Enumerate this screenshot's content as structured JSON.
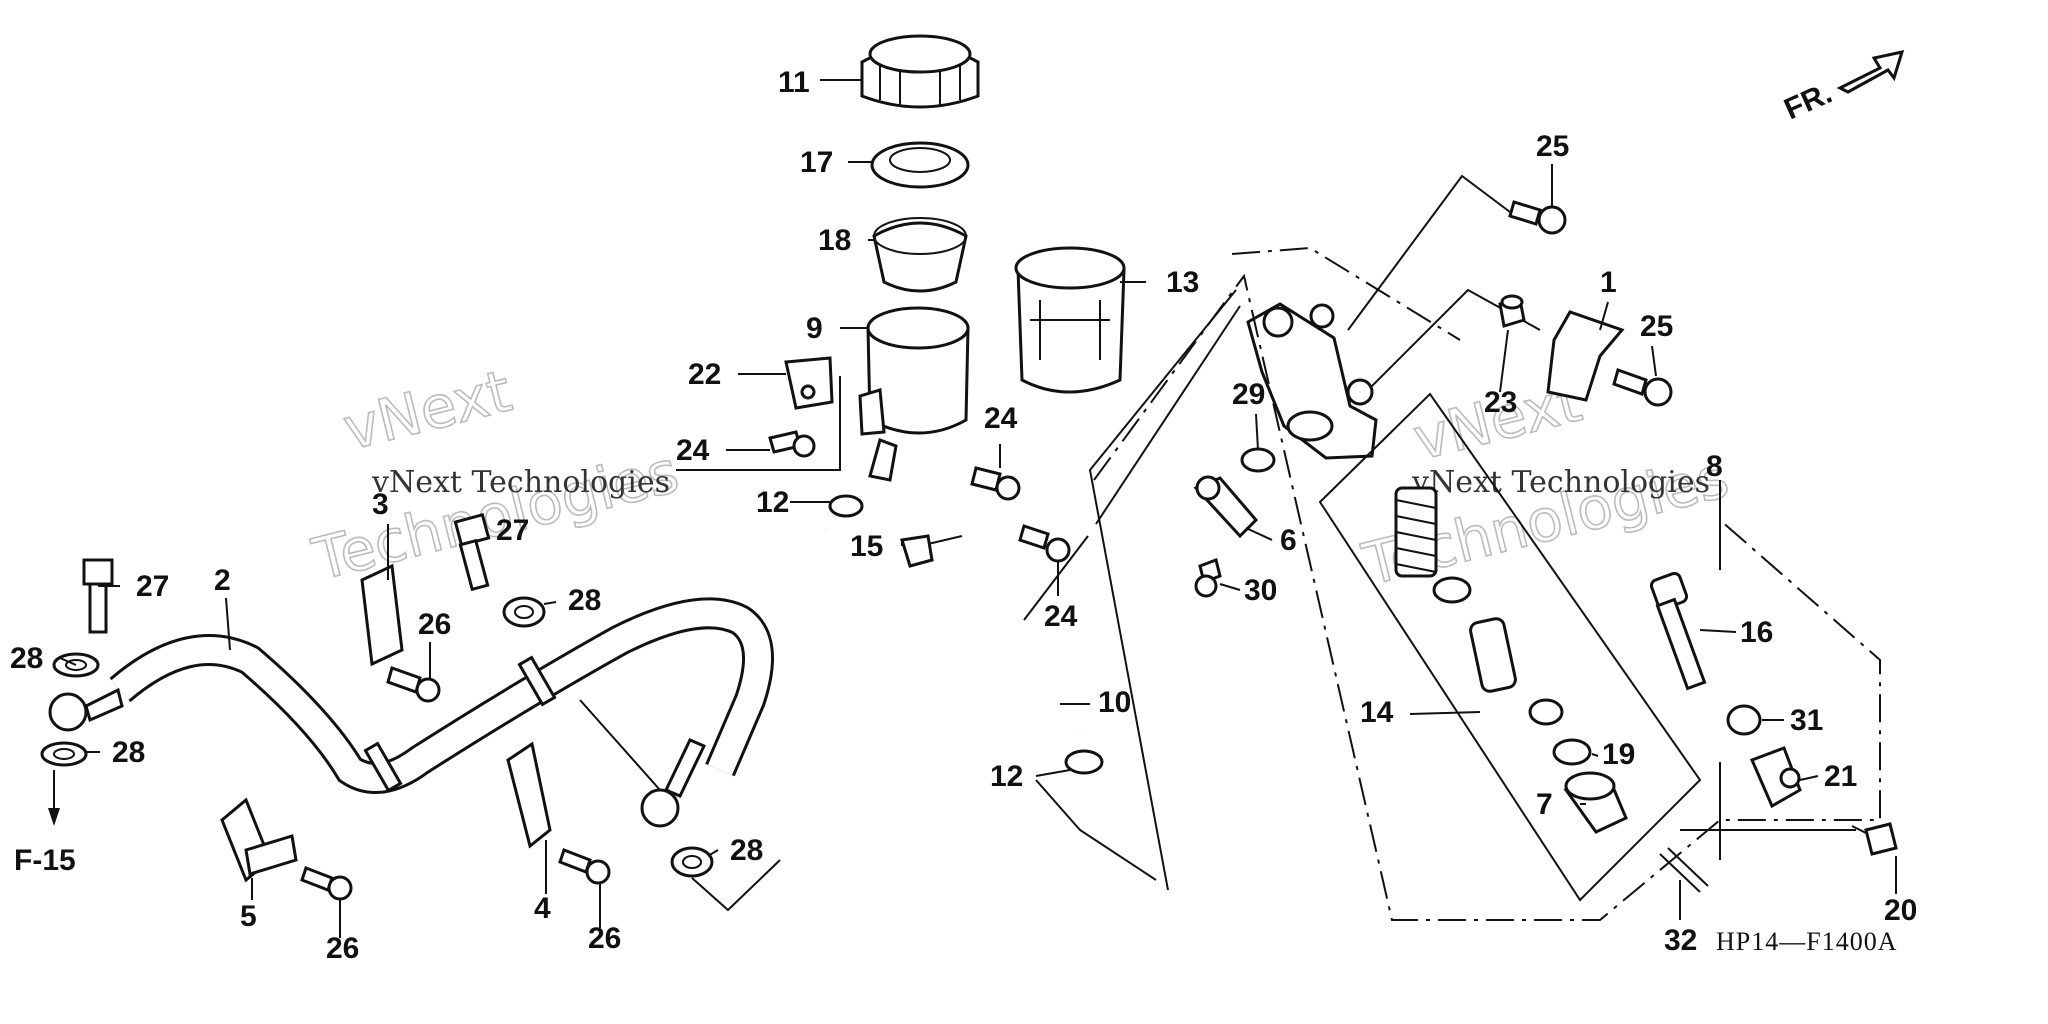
{
  "diagram": {
    "callouts": [
      {
        "id": "11",
        "text": "11"
      },
      {
        "id": "17",
        "text": "17"
      },
      {
        "id": "18",
        "text": "18"
      },
      {
        "id": "9",
        "text": "9"
      },
      {
        "id": "13",
        "text": "13"
      },
      {
        "id": "22",
        "text": "22"
      },
      {
        "id": "24a",
        "text": "24"
      },
      {
        "id": "24b",
        "text": "24"
      },
      {
        "id": "24c",
        "text": "24"
      },
      {
        "id": "12a",
        "text": "12"
      },
      {
        "id": "12b",
        "text": "12"
      },
      {
        "id": "15",
        "text": "15"
      },
      {
        "id": "10",
        "text": "10"
      },
      {
        "id": "3",
        "text": "3"
      },
      {
        "id": "27a",
        "text": "27"
      },
      {
        "id": "27b",
        "text": "27"
      },
      {
        "id": "28a",
        "text": "28"
      },
      {
        "id": "28b",
        "text": "28"
      },
      {
        "id": "28c",
        "text": "28"
      },
      {
        "id": "28d",
        "text": "28"
      },
      {
        "id": "2",
        "text": "2"
      },
      {
        "id": "26a",
        "text": "26"
      },
      {
        "id": "26b",
        "text": "26"
      },
      {
        "id": "26c",
        "text": "26"
      },
      {
        "id": "5",
        "text": "5"
      },
      {
        "id": "4",
        "text": "4"
      },
      {
        "id": "25a",
        "text": "25"
      },
      {
        "id": "25b",
        "text": "25"
      },
      {
        "id": "1",
        "text": "1"
      },
      {
        "id": "23",
        "text": "23"
      },
      {
        "id": "29",
        "text": "29"
      },
      {
        "id": "6",
        "text": "6"
      },
      {
        "id": "30",
        "text": "30"
      },
      {
        "id": "14",
        "text": "14"
      },
      {
        "id": "19",
        "text": "19"
      },
      {
        "id": "7",
        "text": "7"
      },
      {
        "id": "8",
        "text": "8"
      },
      {
        "id": "16",
        "text": "16"
      },
      {
        "id": "31",
        "text": "31"
      },
      {
        "id": "21",
        "text": "21"
      },
      {
        "id": "20",
        "text": "20"
      },
      {
        "id": "32",
        "text": "32"
      }
    ],
    "ref_label": "F-15",
    "front_label": "FR.",
    "code": "HP14—F1400A",
    "watermark_line": "vNext Technologies",
    "watermark_word_1": "vNext",
    "watermark_word_2": "Technologies"
  }
}
